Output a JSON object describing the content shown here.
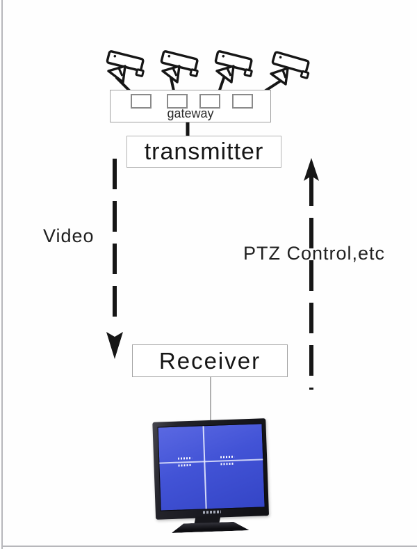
{
  "diagram": {
    "gateway": {
      "label": "gateway",
      "port_count": 4
    },
    "transmitter": {
      "label": "transmitter"
    },
    "receiver": {
      "label": "Receiver"
    },
    "flows": {
      "video": {
        "label": "Video",
        "direction": "down"
      },
      "ptz": {
        "label": "PTZ Control,etc",
        "direction": "up"
      }
    },
    "cameras": {
      "count": 4
    },
    "monitor": {
      "view": "quad-split",
      "screen_color": "#4253d6"
    },
    "colors": {
      "line": "#161616",
      "box_border": "#a8a8a8"
    }
  }
}
